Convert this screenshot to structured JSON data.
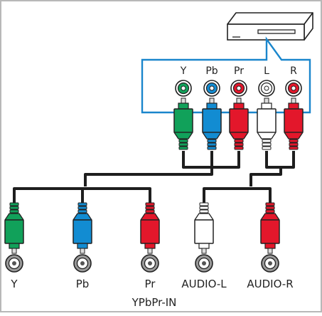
{
  "device": {
    "icon": "set-top-box-icon"
  },
  "output_panel": {
    "labels": [
      "Y",
      "Pb",
      "Pr",
      "L",
      "R"
    ]
  },
  "input_labels": [
    "Y",
    "Pb",
    "Pr",
    "AUDIO-L",
    "AUDIO-R"
  ],
  "group_label": "YPbPr-IN",
  "colors": {
    "frame": "#b8b8b8",
    "panel": "#1a86cc",
    "cable": "#1e1e1e",
    "green": "#11a15a",
    "blue": "#128cd2",
    "red": "#e3172b",
    "white": "#ffffff",
    "jack": "#9a9a9a"
  },
  "plug_colors": {
    "top": [
      "green",
      "blue",
      "red",
      "white",
      "red"
    ],
    "bottom": [
      "green",
      "blue",
      "red",
      "white",
      "red"
    ]
  }
}
